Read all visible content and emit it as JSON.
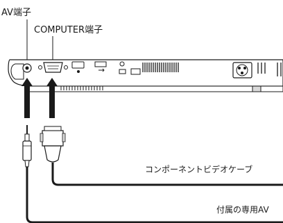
{
  "labels": {
    "av_terminal": "AV端子",
    "computer_terminal": "COMPUTER端子",
    "component_cable": "コンポーネントビデオケーブ",
    "av_cable": "付属の専用AV"
  },
  "colors": {
    "line": "#1a1a1a",
    "body_fill": "#ffffff",
    "shade": "#d9d9d9"
  }
}
